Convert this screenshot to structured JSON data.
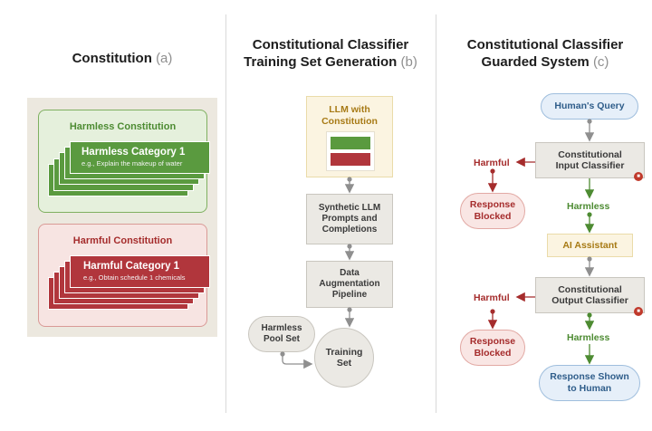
{
  "panel_a": {
    "title": "Constitution",
    "tag": "(a)",
    "harmless": {
      "title": "Harmless Constitution",
      "card_title": "Harmless Category 1",
      "card_desc": "e.g., Explain the makeup of water",
      "color": "#5a9a3f"
    },
    "harmful": {
      "title": "Harmful Constitution",
      "card_title": "Harmful Category 1",
      "card_desc": "e.g., Obtain schedule 1 chemicals",
      "color": "#b1363c"
    }
  },
  "panel_b": {
    "title_line1": "Constitutional Classifier",
    "title_line2": "Training Set Generation",
    "tag": "(b)",
    "llm_line1": "LLM with",
    "llm_line2": "Constitution",
    "synthetic_line1": "Synthetic LLM",
    "synthetic_line2": "Prompts and",
    "synthetic_line3": "Completions",
    "data_line1": "Data",
    "data_line2": "Augmentation",
    "data_line3": "Pipeline",
    "pool_line1": "Harmless",
    "pool_line2": "Pool Set",
    "training_line1": "Training",
    "training_line2": "Set"
  },
  "panel_c": {
    "title_line1": "Constitutional Classifier",
    "title_line2": "Guarded System",
    "tag": "(c)",
    "query": "Human's Query",
    "input_line1": "Constitutional",
    "input_line2": "Input Classifier",
    "harmful_label": "Harmful",
    "harmless_label": "Harmless",
    "blocked_line1": "Response",
    "blocked_line2": "Blocked",
    "assistant": "AI Assistant",
    "output_line1": "Constitutional",
    "output_line2": "Output Classifier",
    "shown_line1": "Response Shown",
    "shown_line2": "to Human"
  },
  "colors": {
    "harmful": "#a52c2c",
    "harmless": "#4d8b32",
    "llm_text": "#a77a15",
    "query_blue": "#2f5d8a"
  }
}
